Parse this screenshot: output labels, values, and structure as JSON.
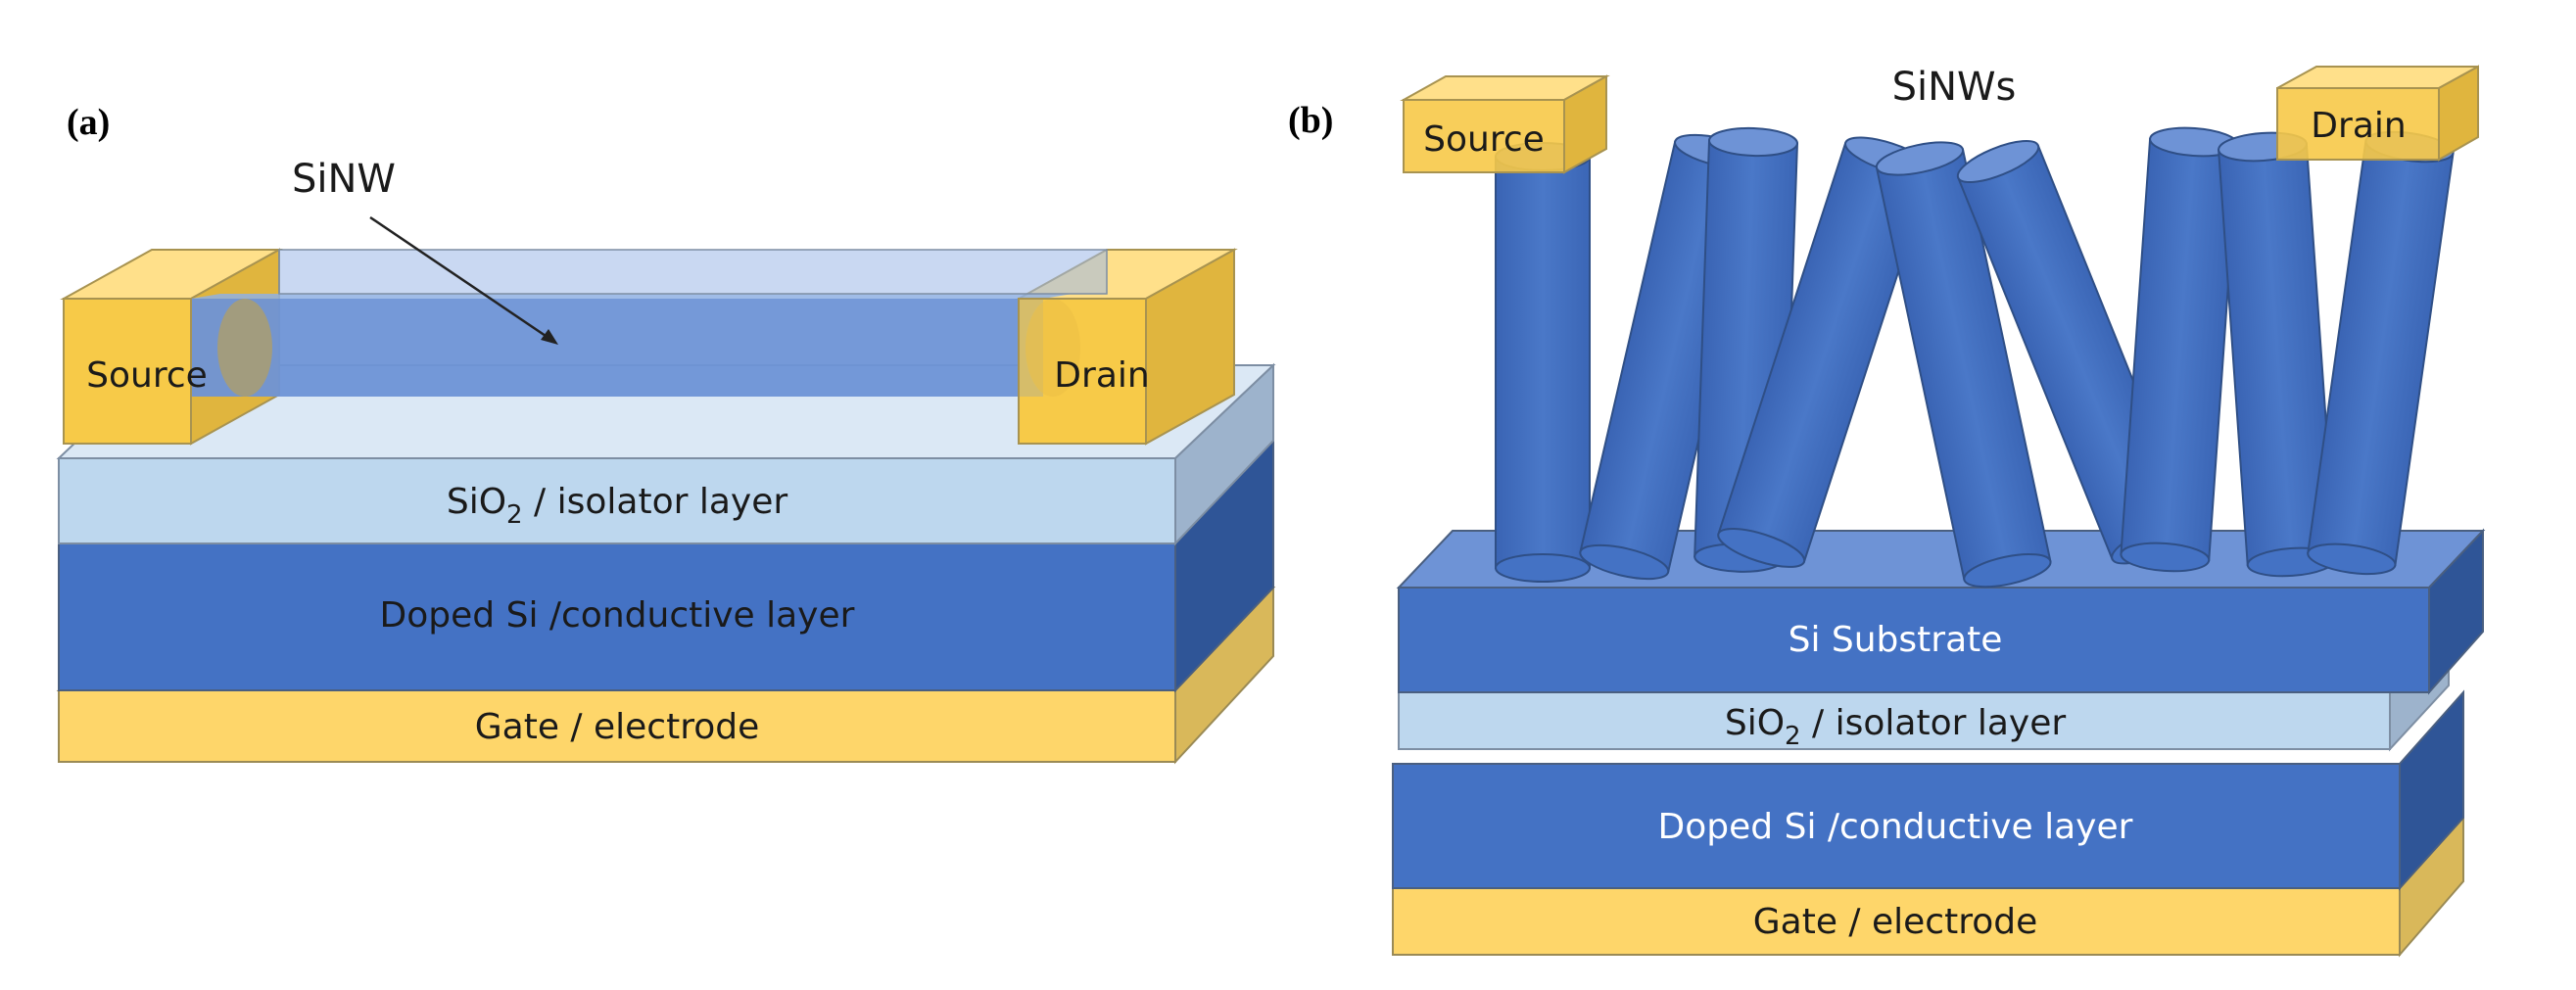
{
  "panel_a": {
    "tag": "(a)",
    "nanowire_label": "SiNW",
    "source": "Source",
    "drain": "Drain",
    "oxide_main": "SiO",
    "oxide_sub": "2",
    "oxide_rest": " / isolator layer",
    "doped": "Doped Si /conductive layer",
    "gate": "Gate / electrode"
  },
  "panel_b": {
    "tag": "(b)",
    "nanowires_label": "SiNWs",
    "source": "Source",
    "drain": "Drain",
    "substrate": "Si Substrate",
    "oxide_main": "SiO",
    "oxide_sub": "2",
    "oxide_rest": " / isolator layer",
    "doped": "Doped Si /conductive layer",
    "gate": "Gate / electrode"
  },
  "colors": {
    "gold": "#fed66a",
    "gold_dark": "#e0b53e",
    "gold_light": "#ffe89a",
    "blue": "#4472c4",
    "blue_dark": "#2f5597",
    "blue_top": "#6e93d6",
    "light_blue": "#bdd7ee",
    "light_blue_side": "#9db3cc",
    "light_blue_top": "#dbe8f5",
    "outline": "#6e7f95"
  }
}
